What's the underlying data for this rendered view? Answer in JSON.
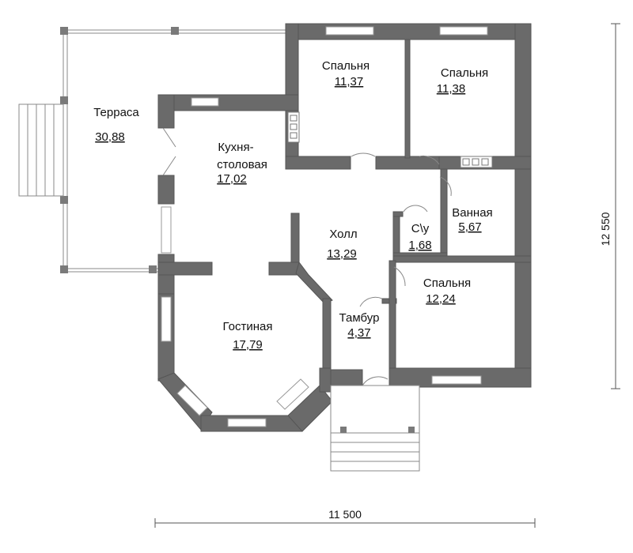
{
  "rooms": [
    {
      "id": "terrace",
      "name": "Терраса",
      "area": "30,88"
    },
    {
      "id": "kitchen",
      "name": "Кухня-столовая",
      "name_line1": "Кухня-",
      "name_line2": "столовая",
      "area": "17,02"
    },
    {
      "id": "bedroom1",
      "name": "Спальня",
      "area": "11,37"
    },
    {
      "id": "bedroom2",
      "name": "Спальня",
      "area": "11,38"
    },
    {
      "id": "hall",
      "name": "Холл",
      "area": "13,29"
    },
    {
      "id": "wc",
      "name": "С\\у",
      "area": "1,68"
    },
    {
      "id": "bathroom",
      "name": "Ванная",
      "area": "5,67"
    },
    {
      "id": "bedroom3",
      "name": "Спальня",
      "area": "12,24"
    },
    {
      "id": "vestibule",
      "name": "Тамбур",
      "area": "4,37"
    },
    {
      "id": "living",
      "name": "Гостиная",
      "area": "17,79"
    }
  ],
  "dimensions": {
    "width": "11 500",
    "height": "12 550"
  },
  "colors": {
    "wall": "#6a6a6a",
    "background": "#ffffff"
  }
}
